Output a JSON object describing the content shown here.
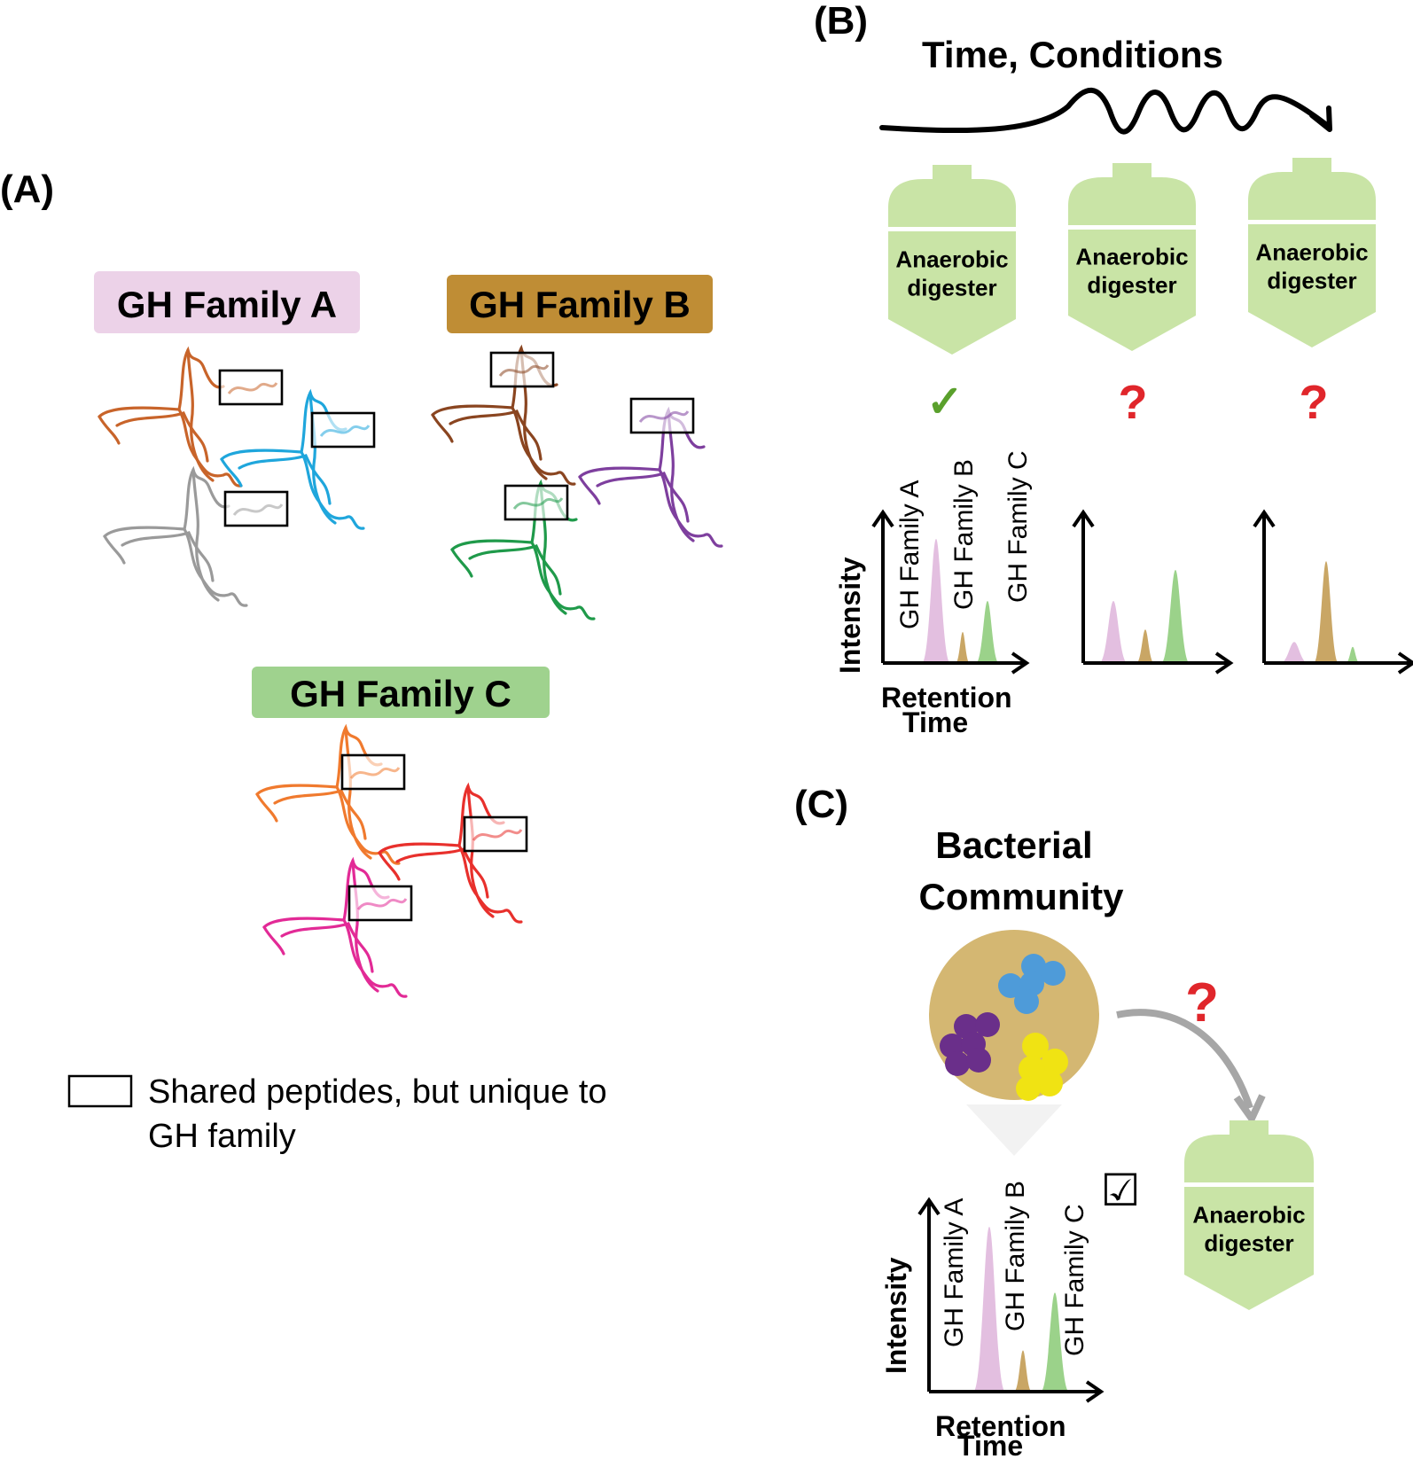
{
  "panel_a": {
    "label": "(A)",
    "families": [
      {
        "name": "GH Family A",
        "color": "#ecd2e8"
      },
      {
        "name": "GH Family B",
        "color": "#bf8d35"
      },
      {
        "name": "GH Family C",
        "color": "#9fd28e"
      }
    ],
    "protein_colors": {
      "family_a": [
        "#c8642a",
        "#1fa6dc",
        "#9a9a9a"
      ],
      "family_b": [
        "#8a4520",
        "#7e3f9e",
        "#1f9a4a"
      ],
      "family_c": [
        "#f07a2e",
        "#e8302c",
        "#e22a96"
      ]
    },
    "legend_line1": "Shared peptides, but unique to",
    "legend_line2": "GH family"
  },
  "panel_b": {
    "label": "(B)",
    "title": "Time, Conditions",
    "digester_line1": "Anaerobic",
    "digester_line2": "digester",
    "status_marks": [
      "✓",
      "?",
      "?"
    ],
    "check_color": "#5aa02c",
    "question_color": "#e0262b",
    "peak_labels": [
      "GH Family A",
      "GH Family B",
      "GH Family C"
    ],
    "y_axis": "Intensity",
    "x_axis_line1": "Retention",
    "x_axis_line2": "Time"
  },
  "panel_c": {
    "label": "(C)",
    "title_line1": "Bacterial",
    "title_line2": "Community",
    "question": "?",
    "digester_line1": "Anaerobic",
    "digester_line2": "digester",
    "peak_labels": [
      "GH Family A",
      "GH Family B",
      "GH Family C"
    ],
    "y_axis": "Intensity",
    "x_axis_line1": "Retention",
    "x_axis_line2": "Time",
    "checkbox": "☑"
  },
  "colors": {
    "digester": "#c9e4a6",
    "peak_a": "#e3bfe0",
    "peak_b": "#c9a665",
    "peak_c": "#9bd28a",
    "community_bg": "#d4b772",
    "cell_blue": "#4e9bd9",
    "cell_purple": "#6a2f8a",
    "cell_yellow": "#f0e313",
    "arrow_grey": "#a6a6a6"
  },
  "chart_data": [
    {
      "type": "area",
      "x_label": "Retention Time",
      "y_label": "Intensity",
      "series": [
        {
          "name": "GH Family A",
          "values": [
            1.0
          ]
        },
        {
          "name": "GH Family B",
          "values": [
            0.25
          ]
        },
        {
          "name": "GH Family C",
          "values": [
            0.5
          ]
        }
      ]
    },
    {
      "type": "area",
      "x_label": "",
      "y_label": "",
      "series": [
        {
          "name": "",
          "values": [
            0.5
          ]
        },
        {
          "name": "",
          "values": [
            0.27
          ]
        },
        {
          "name": "",
          "values": [
            0.75
          ]
        }
      ]
    },
    {
      "type": "area",
      "x_label": "",
      "y_label": "",
      "series": [
        {
          "name": "",
          "values": [
            0.17
          ]
        },
        {
          "name": "",
          "values": [
            0.82
          ]
        },
        {
          "name": "",
          "values": [
            0.13
          ]
        }
      ]
    },
    {
      "type": "area",
      "x_label": "Retention Time",
      "y_label": "Intensity",
      "series": [
        {
          "name": "GH Family A",
          "values": [
            1.0
          ]
        },
        {
          "name": "GH Family B",
          "values": [
            0.25
          ]
        },
        {
          "name": "GH Family C",
          "values": [
            0.6
          ]
        }
      ]
    }
  ]
}
